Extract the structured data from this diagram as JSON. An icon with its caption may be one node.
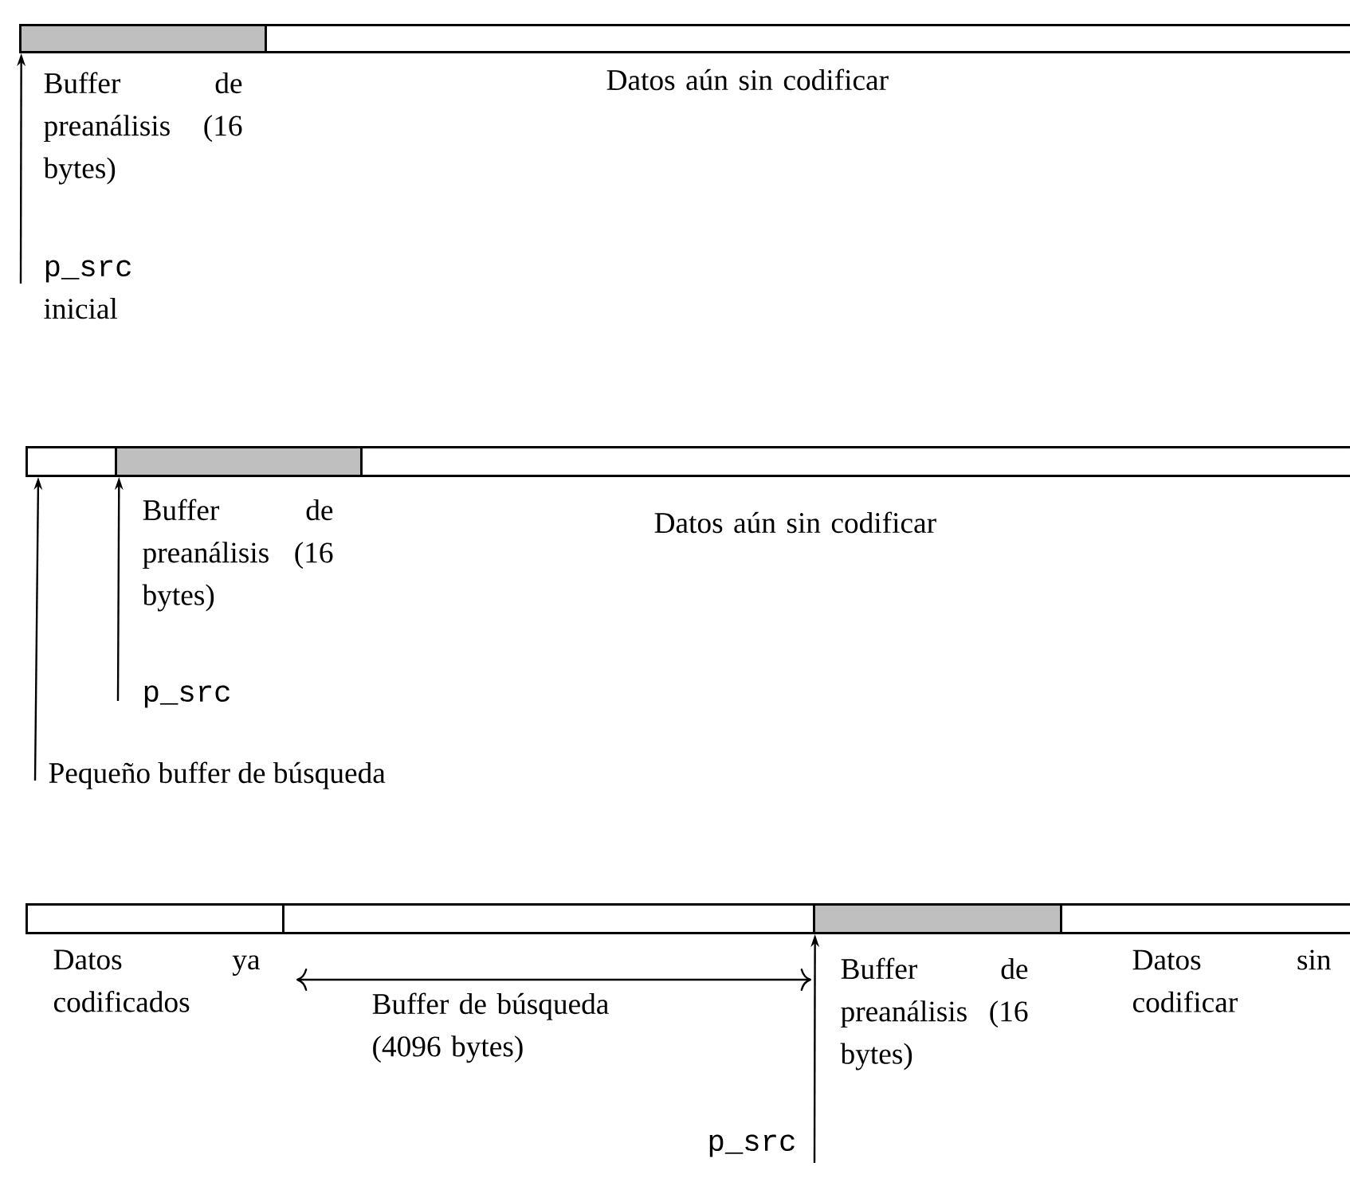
{
  "diagram": {
    "nodes": [
      {
        "text": [],
        "shape": "bar",
        "beside": [
          "Buffer de preanálisis (16 bytes)"
        ]
      },
      {
        "text": [],
        "shape": "bar",
        "beside": [
          "Datos aún sin codificar"
        ]
      },
      {
        "text": [
          "p_src",
          "inicial"
        ]
      },
      {
        "text": [],
        "shape": "bar"
      },
      {
        "text": [],
        "shape": "bar",
        "beside": [
          "Buffer de preanálisis (16 bytes)"
        ]
      },
      {
        "text": [],
        "shape": "bar",
        "beside": [
          "Datos aún sin codificar"
        ]
      },
      {
        "text": [
          "p_src"
        ]
      },
      {
        "text": [
          "Pequeño buffer de búsqueda"
        ]
      },
      {
        "text": [],
        "shape": "bar",
        "beside": [
          "Datos ya codificados"
        ]
      },
      {
        "text": [],
        "shape": "bar",
        "beside": [
          "Buffer de búsqueda (4096 bytes)"
        ]
      },
      {
        "text": [],
        "shape": "bar",
        "beside": [
          "Buffer de preanálisis (16 bytes)"
        ]
      },
      {
        "text": [],
        "shape": "bar",
        "beside": [
          "Datos sin codificar"
        ]
      },
      {
        "text": [
          "p_src"
        ]
      }
    ],
    "edges": [
      {
        "from": 2,
        "to": 0,
        "arrow": "to"
      },
      {
        "from": 6,
        "to": 4,
        "arrow": "to"
      },
      {
        "from": 7,
        "to": 3,
        "arrow": "to"
      },
      {
        "from": 12,
        "to": 10,
        "arrow": "to"
      }
    ]
  }
}
